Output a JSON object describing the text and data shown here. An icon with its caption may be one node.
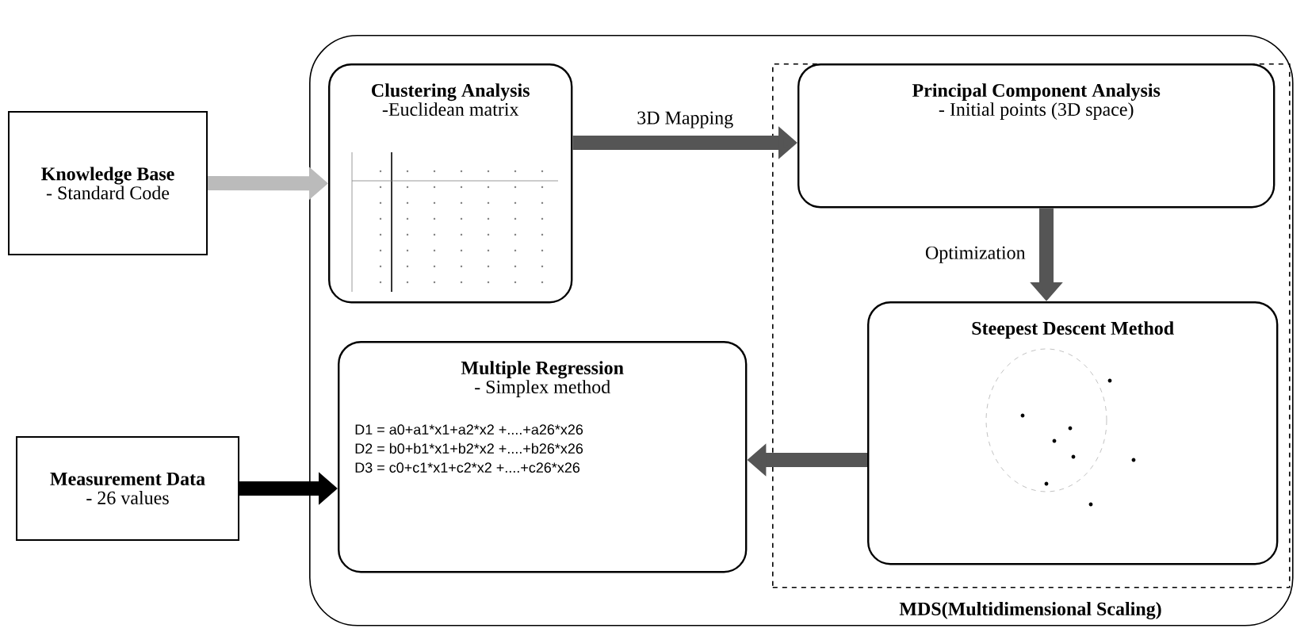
{
  "diagram": {
    "nodes": [
      {
        "text": [
          "Knowledge Base",
          "- Standard Code"
        ]
      },
      {
        "text": [],
        "shape": "box"
      },
      {
        "text": [
          "MDS(Multidimensional Scaling)"
        ],
        "in": 1
      },
      {
        "text": [
          "Clustering Analysis",
          "-Euclidean matrix"
        ],
        "in": 1
      },
      {
        "text": [
          "Principal Component Analysis",
          "- Initial points (3D space)"
        ],
        "in": 2
      },
      {
        "text": [
          "Steepest Descent Method"
        ],
        "in": 2
      },
      {
        "text": [
          "Multiple Regression",
          "- Simplex method",
          "D1 = a0+a1*x1+a2*x2 +....+a26*x26",
          "D2 = b0+b1*x1+b2*x2 +....+b26*x26",
          "D3 = c0+c1*x1+c2*x2 +....+c26*x26"
        ],
        "in": 1
      },
      {
        "text": [
          "Measurement Data",
          "- 26 values"
        ]
      }
    ],
    "edges": [
      {
        "from": 0,
        "to": 3,
        "arrow": "to",
        "color": "#bbbbbb"
      },
      {
        "from": 3,
        "to": 4,
        "arrow": "to",
        "label": "3D Mapping"
      },
      {
        "from": 4,
        "to": 5,
        "arrow": "to",
        "label": "Optimization"
      },
      {
        "from": 5,
        "to": 6,
        "arrow": "to"
      },
      {
        "from": 7,
        "to": 6,
        "arrow": "to",
        "color": "#000000"
      }
    ]
  }
}
